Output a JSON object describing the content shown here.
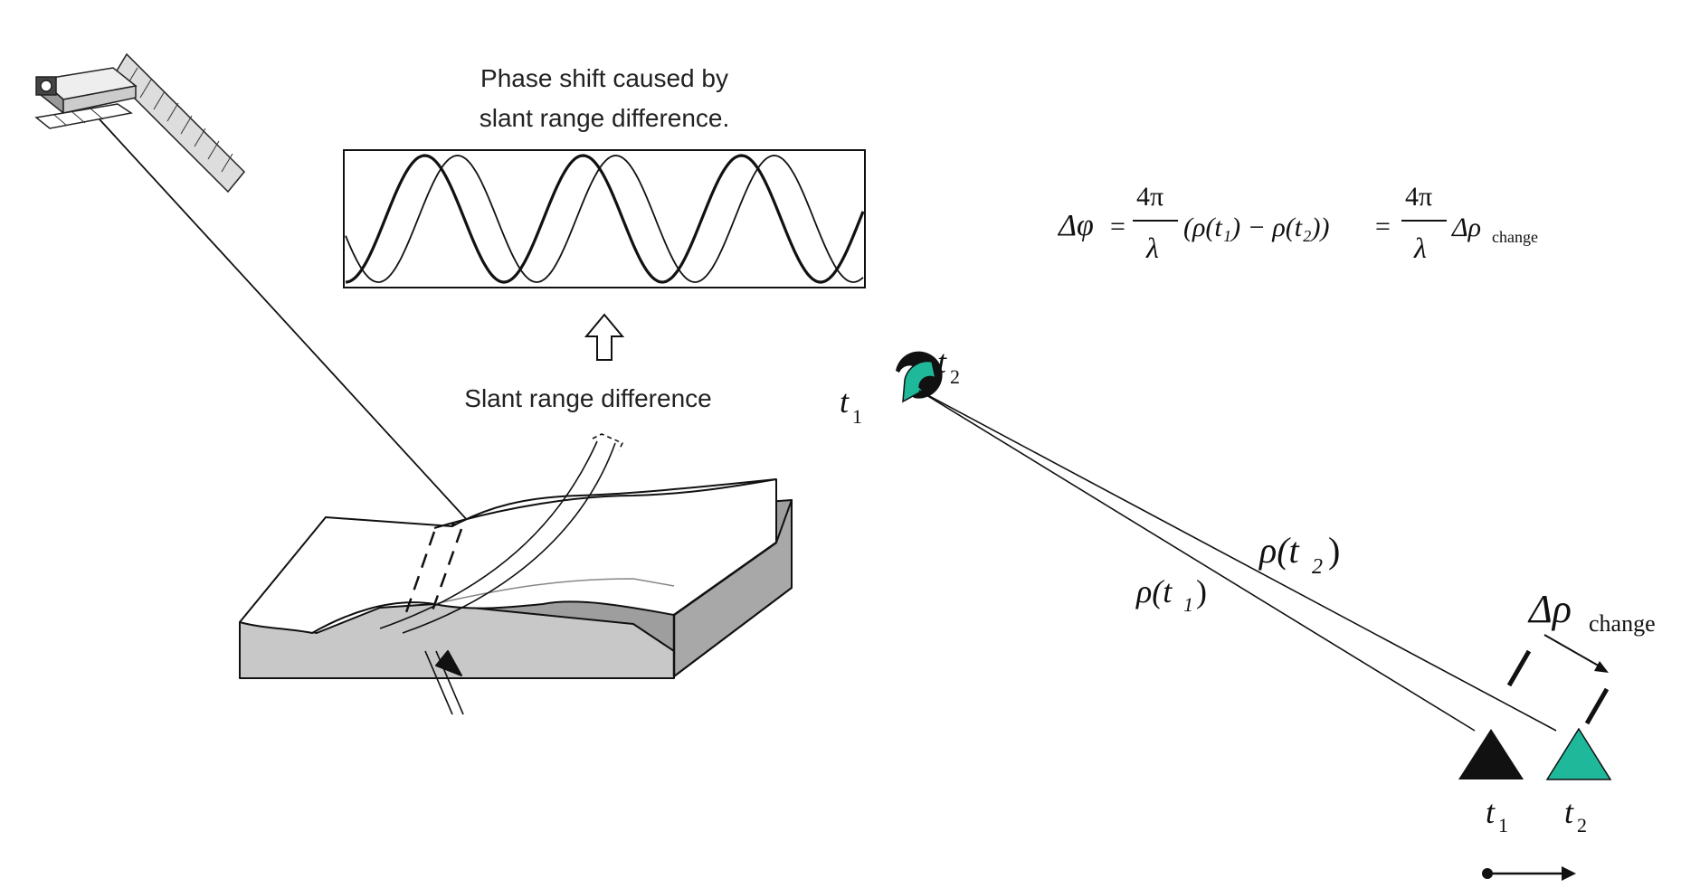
{
  "caption": {
    "line1": "Phase shift caused by",
    "line2": "slant range difference.",
    "slant": "Slant range difference"
  },
  "formula": {
    "lhs": "Δφ",
    "equals": "=",
    "four_pi": "4π",
    "lambda": "λ",
    "middle": "(ρ(t₁) − ρ(t₂))",
    "equals2": "=",
    "four_pi_2": "4π",
    "lambda_2": "λ",
    "rhs_delta_rho": "Δρ",
    "rhs_sub": "change"
  },
  "labels": {
    "sat_t1": "t",
    "sat_t1_sub": "1",
    "sat_t2": "t",
    "sat_t2_sub": "2",
    "rho_t1": "ρ(t",
    "rho_t1_sub": "1",
    "rho_t1_end": ")",
    "rho_t2": "ρ(t",
    "rho_t2_sub": "2",
    "rho_t2_end": ")",
    "delta_rho": "Δρ",
    "delta_rho_sub": "change",
    "ground_t1": "t",
    "ground_t1_sub": "1",
    "ground_t2": "t",
    "ground_t2_sub": "2"
  },
  "colors": {
    "teal": "#1fb89a",
    "ink": "#111111",
    "block_top": "#ffffff",
    "block_side": "#c8c8c8",
    "block_side_dark": "#9e9e9e"
  }
}
